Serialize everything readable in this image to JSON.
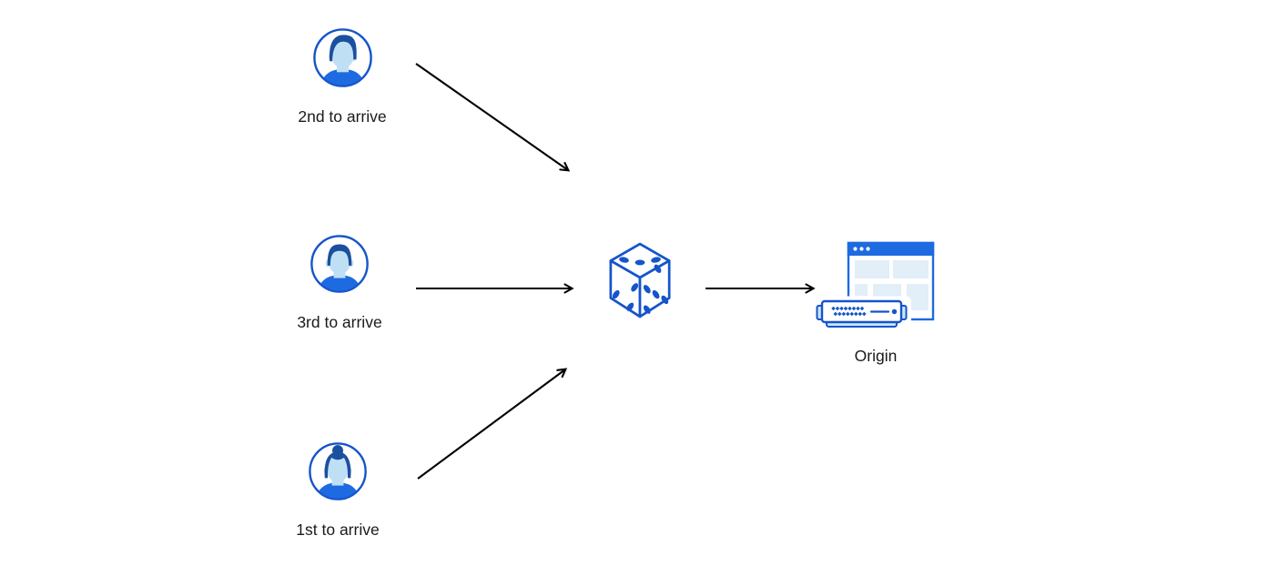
{
  "diagram": {
    "description": "Three visitors arrive in order, requests pass through a randomizer (dice) to a single origin server",
    "visitors": [
      {
        "label": "2nd to arrive",
        "icon": "user-man-avatar-icon"
      },
      {
        "label": "3rd to arrive",
        "icon": "user-man-avatar-icon"
      },
      {
        "label": "1st to arrive",
        "icon": "user-woman-avatar-icon"
      }
    ],
    "randomizer": {
      "icon": "dice-icon"
    },
    "origin": {
      "label": "Origin",
      "icon": "origin-server-icon"
    },
    "arrows": [
      {
        "from": "visitor-2nd-to-arrive",
        "to": "dice"
      },
      {
        "from": "visitor-3rd-to-arrive",
        "to": "dice"
      },
      {
        "from": "visitor-1st-to-arrive",
        "to": "dice"
      },
      {
        "from": "dice",
        "to": "origin"
      }
    ],
    "colors": {
      "outline_blue": "#1554CB",
      "accent_blue": "#1E6AE1",
      "hair_navy": "#1B4FA0",
      "face_light_blue": "#BFE0F4",
      "panel_light_blue": "#E2EEF8",
      "server_base_blue": "#CDE6F7",
      "arrow": "#000000",
      "text": "#1A1A1A",
      "background": "#FFFFFF"
    }
  }
}
